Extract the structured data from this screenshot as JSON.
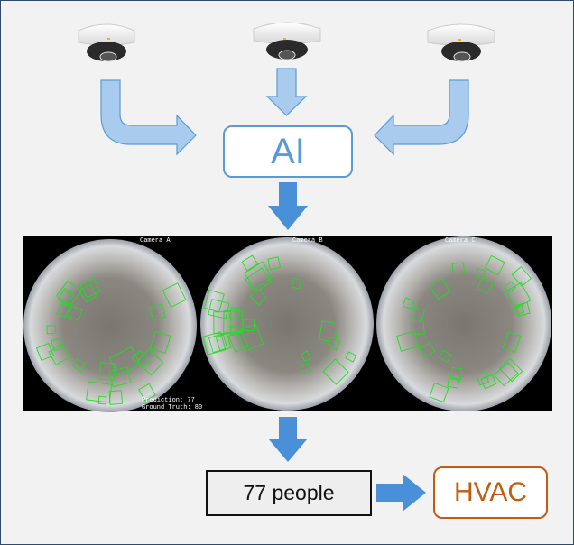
{
  "ai_label": "AI",
  "camera_feed": {
    "cameras": [
      "Camera A",
      "Camera B",
      "Camera C"
    ],
    "prediction": "Prediction: 77",
    "ground_truth": "Ground Truth: 80"
  },
  "count_label": "77 people",
  "hvac_label": "HVAC",
  "colors": {
    "light_arrow": "#a9cbee",
    "arrow_stroke": "#5b9bd5",
    "solid_arrow": "#4a90d9",
    "hvac": "#c55a11",
    "detection": "#22dd22"
  }
}
